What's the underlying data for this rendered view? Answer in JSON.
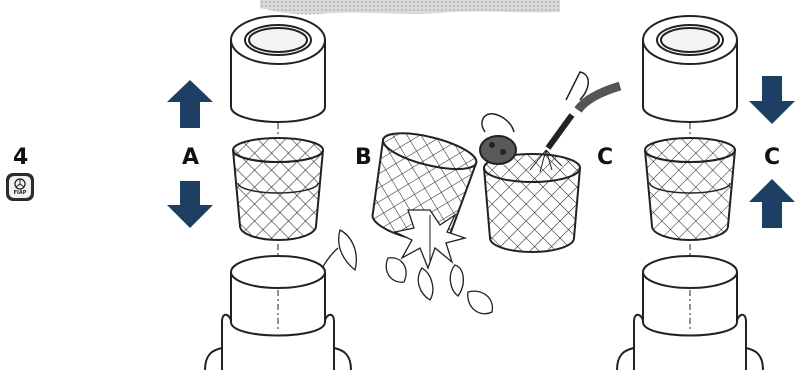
{
  "step_number": "4",
  "labels": {
    "a": "A",
    "b": "B",
    "c_left": "C",
    "c_right": "C"
  },
  "logo": {
    "text": "FIAP",
    "icon": "wheel-icon"
  },
  "colors": {
    "arrow": "#1e3f64",
    "line": "#222222",
    "mesh": "#333333",
    "background": "#ffffff"
  },
  "icons": [
    "arrow-up-icon",
    "arrow-down-icon",
    "sponge-icon",
    "hose-icon",
    "leaf-icon"
  ]
}
